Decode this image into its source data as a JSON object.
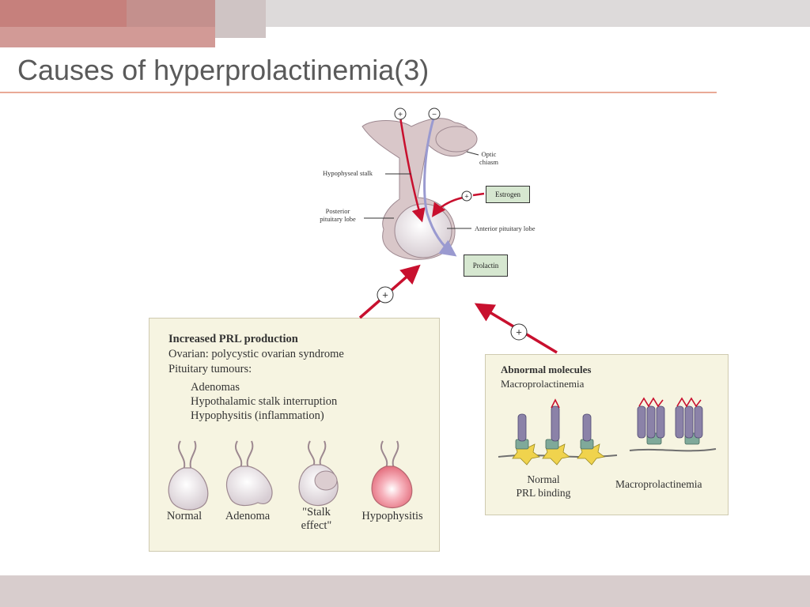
{
  "slide": {
    "title": "Causes of hyperprolactinemia(3)"
  },
  "theme": {
    "band_colors": [
      "#c6807c",
      "#d9a9a5",
      "#cfc4c4",
      "#dddada"
    ],
    "accent": "#c8102e",
    "box_fill": "#f6f4e1",
    "label_box_fill": "#d6e7d0",
    "pituitary_fill": "#d9c7c9",
    "bottom_band": "#d8cdcd"
  },
  "diagram": {
    "signs": {
      "plus": "+",
      "minus": "−"
    },
    "labels": {
      "optic_chiasm": [
        "Optic",
        "chiasm"
      ],
      "hypophyseal_stalk": "Hypophyseal stalk",
      "posterior_lobe": [
        "Posterior",
        "pituitary lobe"
      ],
      "anterior_lobe": "Anterior pituitary lobe",
      "estrogen": "Estrogen",
      "prolactin": "Prolactin"
    },
    "increased_box": {
      "heading": "Increased PRL production",
      "line1": "Ovarian: polycystic ovarian syndrome",
      "line2": "Pituitary tumours:",
      "sub1": "Adenomas",
      "sub2": "Hypothalamic stalk interruption",
      "sub3": "Hypophysitis (inflammation)",
      "glands": {
        "normal": "Normal",
        "adenoma": "Adenoma",
        "stalk_line1": "\"Stalk",
        "stalk_line2": "effect\"",
        "hypophysitis": "Hypophysitis"
      }
    },
    "abnormal_box": {
      "heading": "Abnormal molecules",
      "subheading": "Macroprolactinemia",
      "normal_line1": "Normal",
      "normal_line2": "PRL binding",
      "macro": "Macroprolactinemia"
    }
  }
}
